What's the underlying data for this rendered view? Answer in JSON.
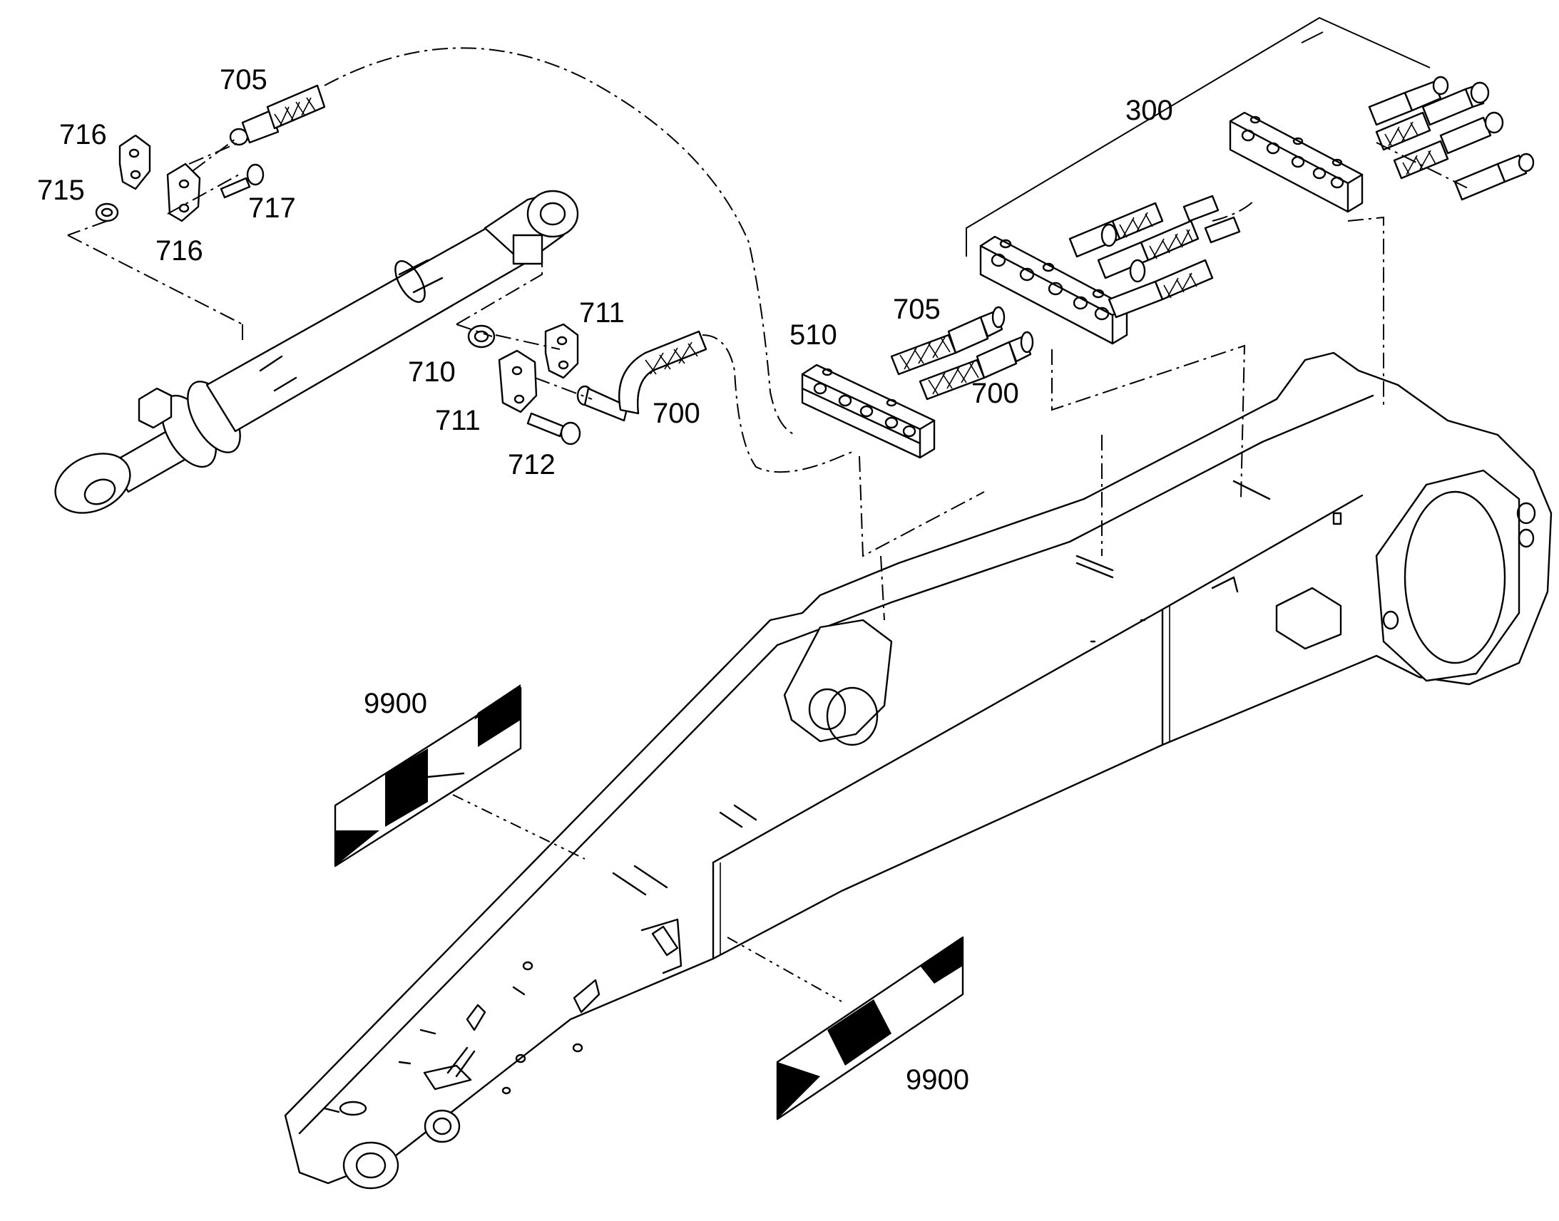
{
  "callouts": {
    "c705a": "705",
    "c716a": "716",
    "c715": "715",
    "c717": "717",
    "c716b": "716",
    "c711a": "711",
    "c710": "710",
    "c711b": "711",
    "c712": "712",
    "c700a": "700",
    "c510": "510",
    "c705b": "705",
    "c700b": "700",
    "c300": "300",
    "c9900a": "9900",
    "c9900b": "9900"
  }
}
